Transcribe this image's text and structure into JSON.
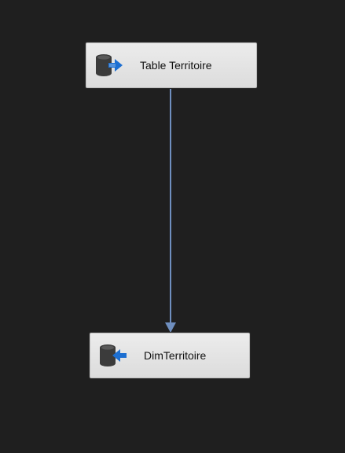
{
  "diagram": {
    "nodes": [
      {
        "id": "source",
        "label": "Table Territoire",
        "icon": "ole-db-source-icon"
      },
      {
        "id": "destination",
        "label": "DimTerritoire",
        "icon": "ole-db-destination-icon"
      }
    ],
    "connector": {
      "from": "source",
      "to": "destination",
      "color": "#6f8fbf"
    }
  },
  "colors": {
    "canvas": "#1f1f1f",
    "node_fill": "#e3e3e3",
    "arrow_blue": "#1d6fd1"
  }
}
